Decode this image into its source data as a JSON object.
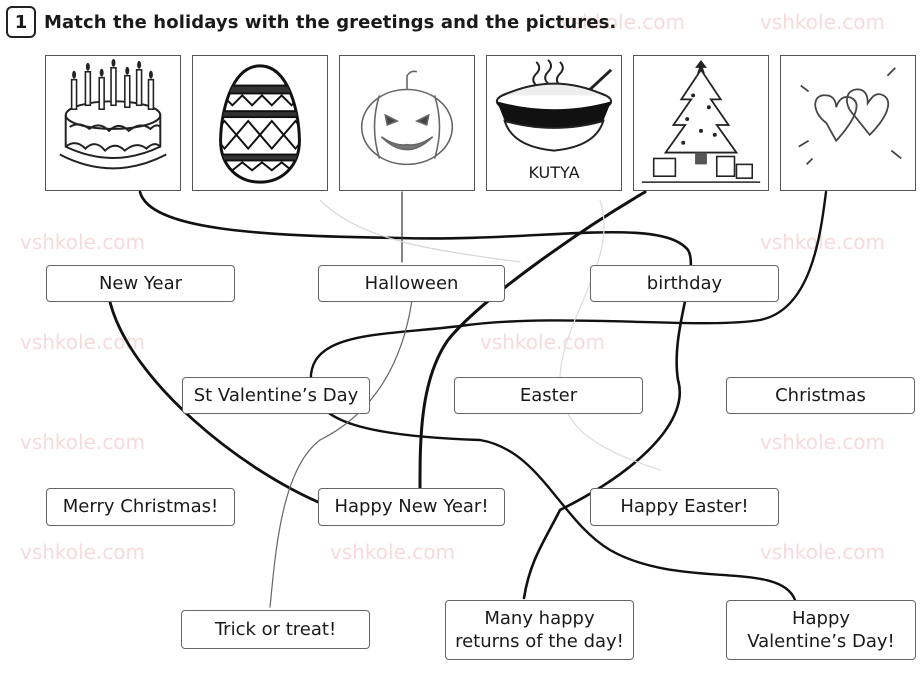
{
  "task": {
    "number": "1",
    "instruction": "Match the holidays with the greetings and the pictures."
  },
  "pictures": [
    {
      "icon": "birthday-cake-icon"
    },
    {
      "icon": "easter-egg-icon"
    },
    {
      "icon": "jack-o-lantern-icon"
    },
    {
      "icon": "kutya-bowl-icon",
      "label": "KUTYA"
    },
    {
      "icon": "christmas-tree-icon"
    },
    {
      "icon": "hearts-icon"
    }
  ],
  "holidays": {
    "new_year": "New Year",
    "halloween": "Halloween",
    "birthday": "birthday",
    "valentine": "St Valentine’s Day",
    "easter": "Easter",
    "christmas": "Christmas"
  },
  "greetings": {
    "merry_christmas": "Merry Christmas!",
    "happy_new_year": "Happy New Year!",
    "happy_easter": "Happy Easter!",
    "trick_or_treat": "Trick or treat!",
    "many_happy_1": "Many happy",
    "many_happy_2": "returns of the day!",
    "happy_valentine_1": "Happy",
    "happy_valentine_2": "Valentine’s Day!"
  },
  "watermark": "vshkole.com",
  "colors": {
    "line_dark": "#111111",
    "line_light": "#9a9a9a",
    "line_faint": "#d6d6d6",
    "watermark": "#f3c3c3"
  }
}
